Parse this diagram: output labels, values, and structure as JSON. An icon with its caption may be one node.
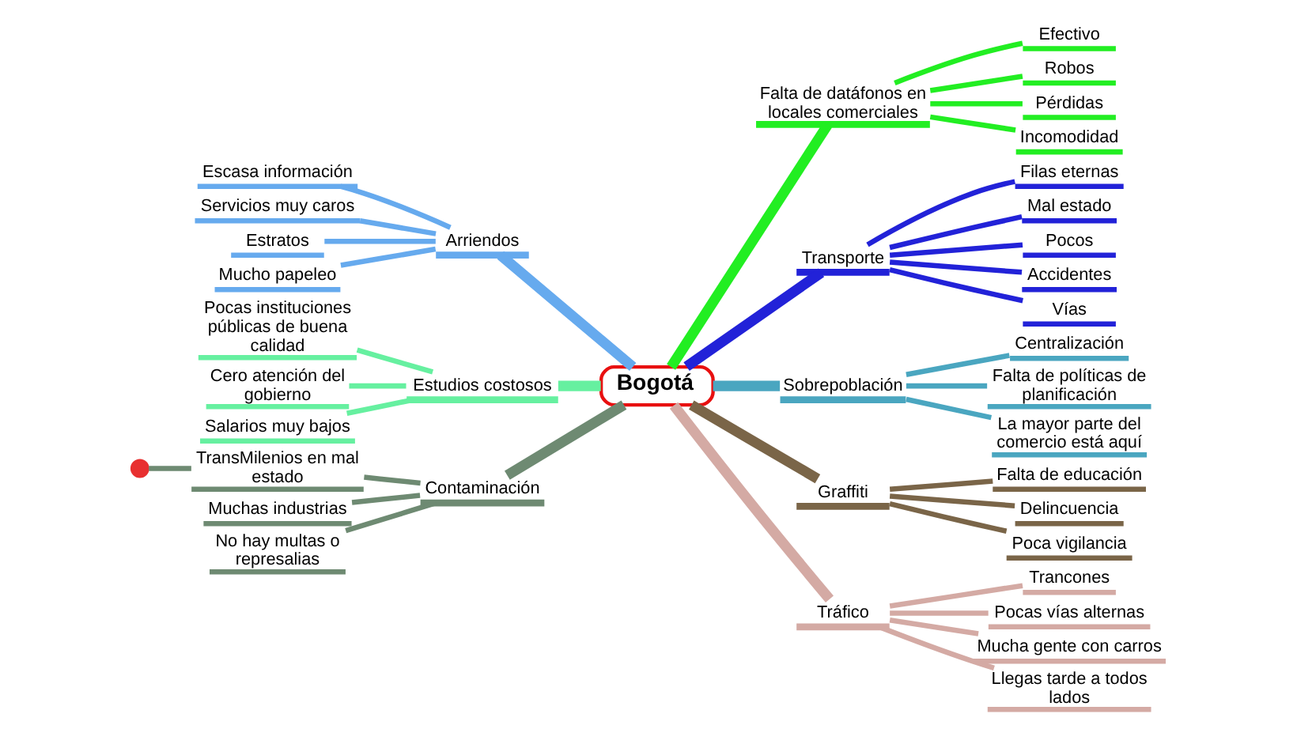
{
  "diagram": {
    "nodes": [
      {
        "text": [
          "Bogotá"
        ]
      },
      {
        "text": [
          "Falta de datáfonos en locales comerciales"
        ]
      },
      {
        "text": [
          "Efectivo"
        ]
      },
      {
        "text": [
          "Robos"
        ]
      },
      {
        "text": [
          "Pérdidas"
        ]
      },
      {
        "text": [
          "Incomodidad"
        ]
      },
      {
        "text": [
          "Arriendos"
        ]
      },
      {
        "text": [
          "Escasa información"
        ]
      },
      {
        "text": [
          "Servicios muy caros"
        ]
      },
      {
        "text": [
          "Estratos"
        ]
      },
      {
        "text": [
          "Mucho papeleo"
        ]
      },
      {
        "text": [
          "Transporte"
        ]
      },
      {
        "text": [
          "Filas eternas"
        ]
      },
      {
        "text": [
          "Mal estado"
        ]
      },
      {
        "text": [
          "Pocos"
        ]
      },
      {
        "text": [
          "Accidentes"
        ]
      },
      {
        "text": [
          "Vías"
        ]
      },
      {
        "text": [
          "Estudios costosos"
        ]
      },
      {
        "text": [
          "Pocas instituciones públicas de buena calidad"
        ]
      },
      {
        "text": [
          "Cero atención del gobierno"
        ]
      },
      {
        "text": [
          "Salarios muy bajos"
        ]
      },
      {
        "text": [
          "Sobrepoblación"
        ]
      },
      {
        "text": [
          "Centralización"
        ]
      },
      {
        "text": [
          "Falta de políticas de planificación"
        ]
      },
      {
        "text": [
          "La mayor parte del comercio está aquí"
        ]
      },
      {
        "text": [
          "Contaminación"
        ]
      },
      {
        "text": [
          "TransMilenios en mal estado"
        ]
      },
      {
        "text": [],
        "shape": "circle"
      },
      {
        "text": [
          "Muchas industrias"
        ]
      },
      {
        "text": [
          "No hay multas o represalias"
        ]
      },
      {
        "text": [
          "Graffiti"
        ]
      },
      {
        "text": [
          "Falta de educación"
        ]
      },
      {
        "text": [
          "Delincuencia"
        ]
      },
      {
        "text": [
          "Poca vigilancia"
        ]
      },
      {
        "text": [
          "Tráfico"
        ]
      },
      {
        "text": [
          "Trancones"
        ]
      },
      {
        "text": [
          "Pocas vías alternas"
        ]
      },
      {
        "text": [
          "Mucha gente con carros"
        ]
      },
      {
        "text": [
          "Llegas tarde a todos lados"
        ]
      }
    ],
    "edges": [
      {
        "from": 0,
        "to": 1,
        "arrow": "none",
        "style": "thick",
        "color": "#22ee22"
      },
      {
        "from": 1,
        "to": 2,
        "arrow": "none",
        "color": "#22ee22"
      },
      {
        "from": 1,
        "to": 3,
        "arrow": "none",
        "color": "#22ee22"
      },
      {
        "from": 1,
        "to": 4,
        "arrow": "none",
        "color": "#22ee22"
      },
      {
        "from": 1,
        "to": 5,
        "arrow": "none",
        "color": "#22ee22"
      },
      {
        "from": 6,
        "to": 0,
        "arrow": "none",
        "style": "thick",
        "color": "#66aaee"
      },
      {
        "from": 7,
        "to": 6,
        "arrow": "none",
        "color": "#66aaee"
      },
      {
        "from": 8,
        "to": 6,
        "arrow": "none",
        "color": "#66aaee"
      },
      {
        "from": 9,
        "to": 6,
        "arrow": "none",
        "color": "#66aaee"
      },
      {
        "from": 10,
        "to": 6,
        "arrow": "none",
        "color": "#66aaee"
      },
      {
        "from": 0,
        "to": 11,
        "arrow": "none",
        "style": "thick",
        "color": "#2222d8"
      },
      {
        "from": 11,
        "to": 12,
        "arrow": "none",
        "color": "#2222d8"
      },
      {
        "from": 11,
        "to": 13,
        "arrow": "none",
        "color": "#2222d8"
      },
      {
        "from": 11,
        "to": 14,
        "arrow": "none",
        "color": "#2222d8"
      },
      {
        "from": 11,
        "to": 15,
        "arrow": "none",
        "color": "#2222d8"
      },
      {
        "from": 11,
        "to": 16,
        "arrow": "none",
        "color": "#2222d8"
      },
      {
        "from": 17,
        "to": 0,
        "arrow": "none",
        "style": "thick",
        "color": "#66f0a0"
      },
      {
        "from": 18,
        "to": 17,
        "arrow": "none",
        "color": "#66f0a0"
      },
      {
        "from": 19,
        "to": 17,
        "arrow": "none",
        "color": "#66f0a0"
      },
      {
        "from": 20,
        "to": 17,
        "arrow": "none",
        "color": "#66f0a0"
      },
      {
        "from": 0,
        "to": 21,
        "arrow": "none",
        "style": "thick",
        "color": "#4aa6c0"
      },
      {
        "from": 21,
        "to": 22,
        "arrow": "none",
        "color": "#4aa6c0"
      },
      {
        "from": 21,
        "to": 23,
        "arrow": "none",
        "color": "#4aa6c0"
      },
      {
        "from": 21,
        "to": 24,
        "arrow": "none",
        "color": "#4aa6c0"
      },
      {
        "from": 25,
        "to": 0,
        "arrow": "none",
        "style": "thick",
        "color": "#6e8a72"
      },
      {
        "from": 26,
        "to": 25,
        "arrow": "none",
        "color": "#6e8a72"
      },
      {
        "from": 27,
        "to": 26,
        "arrow": "none",
        "color": "#6e8a72"
      },
      {
        "from": 28,
        "to": 25,
        "arrow": "none",
        "color": "#6e8a72"
      },
      {
        "from": 29,
        "to": 25,
        "arrow": "none",
        "color": "#6e8a72"
      },
      {
        "from": 0,
        "to": 30,
        "arrow": "none",
        "style": "thick",
        "color": "#7a6548"
      },
      {
        "from": 30,
        "to": 31,
        "arrow": "none",
        "color": "#7a6548"
      },
      {
        "from": 30,
        "to": 32,
        "arrow": "none",
        "color": "#7a6548"
      },
      {
        "from": 30,
        "to": 33,
        "arrow": "none",
        "color": "#7a6548"
      },
      {
        "from": 0,
        "to": 34,
        "arrow": "none",
        "style": "thick",
        "color": "#d4aaa4"
      },
      {
        "from": 34,
        "to": 35,
        "arrow": "none",
        "color": "#d4aaa4"
      },
      {
        "from": 34,
        "to": 36,
        "arrow": "none",
        "color": "#d4aaa4"
      },
      {
        "from": 34,
        "to": 37,
        "arrow": "none",
        "color": "#d4aaa4"
      },
      {
        "from": 34,
        "to": 38,
        "arrow": "none",
        "color": "#d4aaa4"
      }
    ]
  }
}
